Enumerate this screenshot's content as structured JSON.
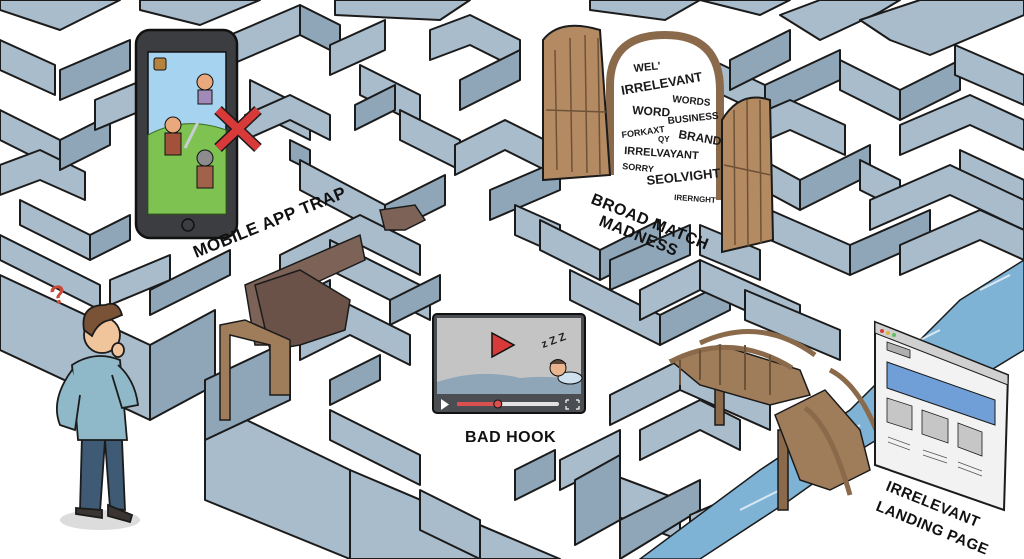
{
  "scene": {
    "title": "Marketing maze of pitfalls",
    "colors": {
      "wall_top": "#ffffff",
      "wall_side": "#a9bccb",
      "wall_side_dark": "#8fa6b8",
      "outline": "#1b1b1b",
      "wood": "#a07d5a",
      "wood_dark": "#6e5238",
      "water": "#7fb3d6",
      "accent_red": "#d83a3a",
      "rubble": "#7c6257"
    }
  },
  "pitfalls": {
    "mobile_app": {
      "label": "MOBILE APP TRAP",
      "icon": "smartphone-game-icon",
      "blocked_icon": "red-x-icon"
    },
    "broad_match": {
      "label_line1": "BROAD MATCH",
      "label_line2": "MADNESS",
      "icon": "open-door-icon",
      "keywords": [
        "WEL'",
        "IRRELEVANT",
        "WORDS",
        "WORD",
        "BUSINESS",
        "FORKAXT",
        "QY",
        "BRAND",
        "IRRELVAYANT",
        "SORRY",
        "SEOLVIGHT",
        "IRERNGHT"
      ]
    },
    "bad_hook": {
      "label": "BAD HOOK",
      "icon": "video-player-icon",
      "sleep_text": "z Z Z",
      "progress_fraction": 0.4
    },
    "landing_page": {
      "label_line1": "IRRELEVANT",
      "label_line2": "LANDING PAGE",
      "icon": "browser-window-icon"
    },
    "broken_bridge": {
      "icon": "broken-bridge-icon"
    },
    "broken_wall": {
      "icon": "crumbled-wall-icon"
    }
  },
  "person": {
    "icon": "confused-man-icon",
    "thought": "?"
  }
}
